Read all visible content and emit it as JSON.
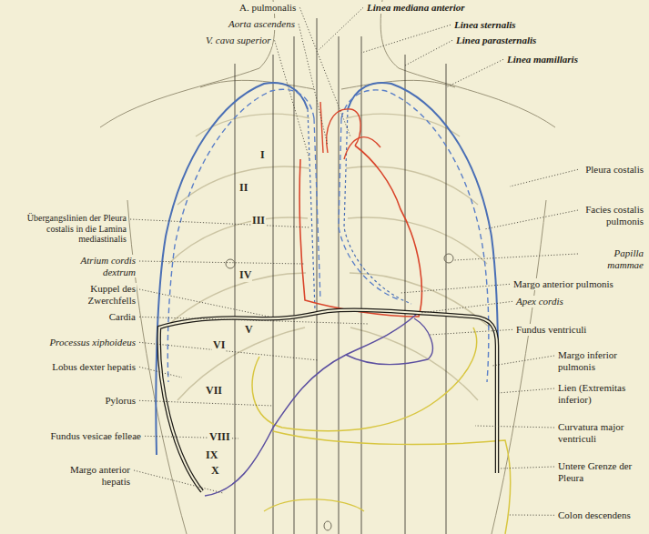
{
  "diagram": {
    "labels": [
      "A. pulmonalis",
      "Aorta ascendens",
      "V. cava superior",
      "Linea mediana anterior",
      "Linea sternalis",
      "Linea parasternalis",
      "Linea mamillaris",
      "I",
      "II",
      "III",
      "IV",
      "V",
      "VI",
      "VII",
      "VIII",
      "IX",
      "X",
      "Übergangslinien der Pleura costalis in die Lamina mediastinalis",
      "Atrium cordis dextrum",
      "Kuppel des Zwerchfells",
      "Cardia",
      "Processus xiphoideus",
      "Lobus dexter hepatis",
      "Pylorus",
      "Fundus vesicae felleae",
      "Margo anterior hepatis",
      "Pleura costalis",
      "Facies costalis pulmonis",
      "Papilla mammae",
      "Margo anterior pulmonis",
      "Apex cordis",
      "Fundus ventriculi",
      "Margo inferior pulmonis",
      "Lien (Extremitas inferior)",
      "Curvatura major ventriculi",
      "Untere Grenze der Pleura",
      "Colon descendens"
    ]
  }
}
